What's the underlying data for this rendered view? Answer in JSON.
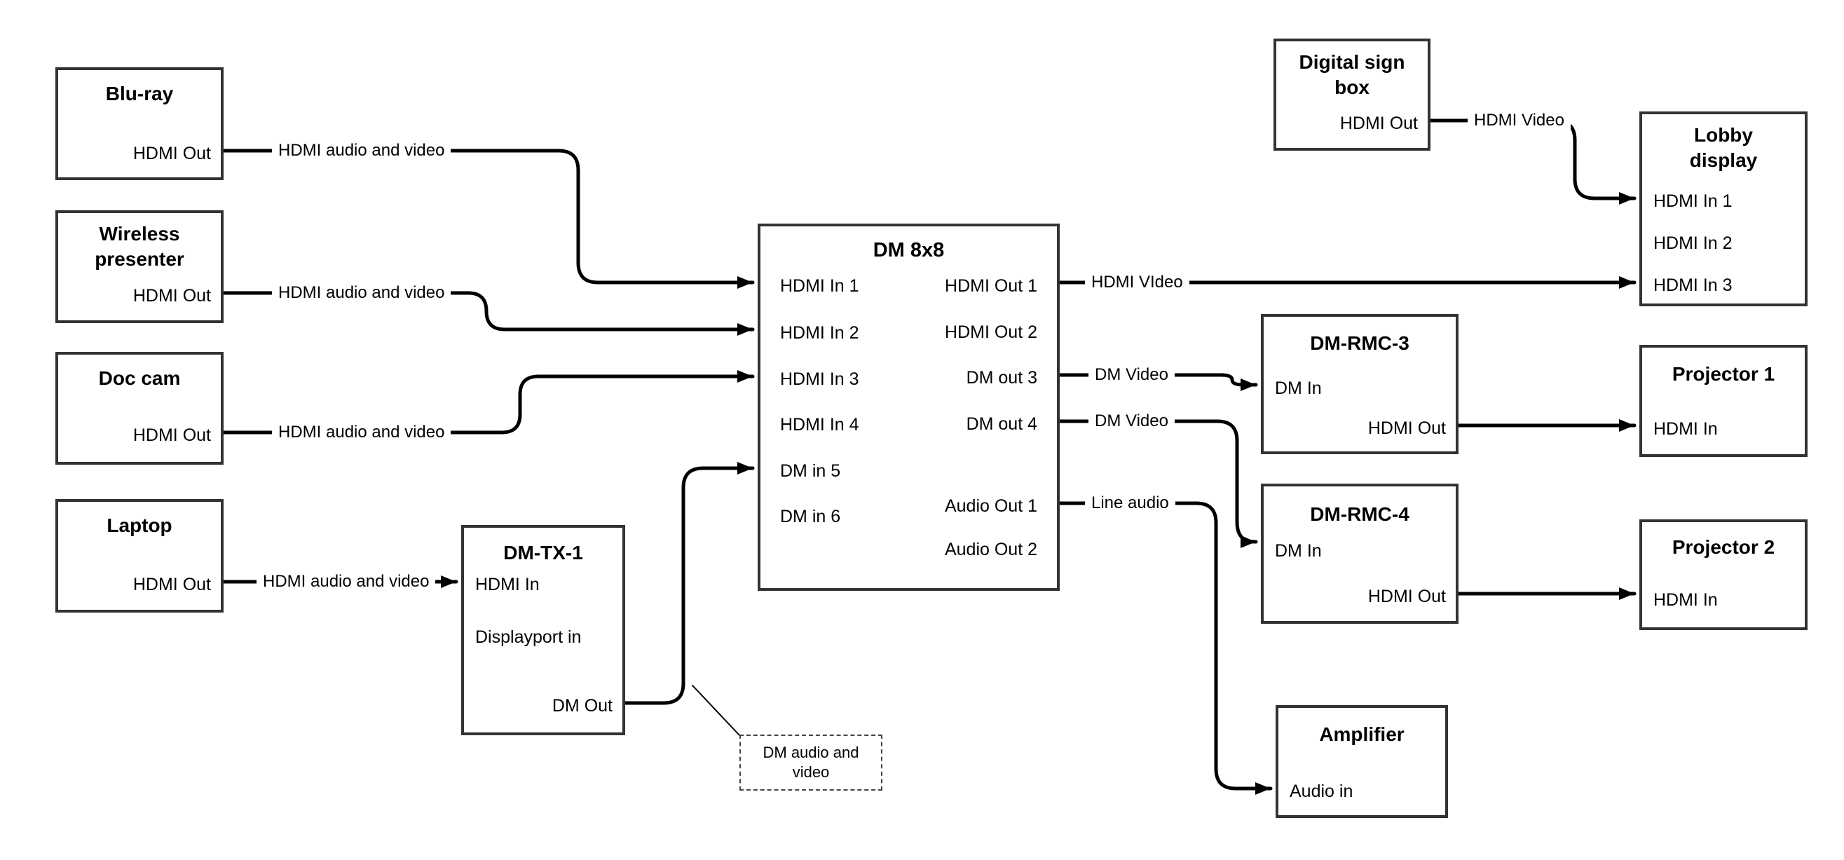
{
  "diagram": {
    "colors": {
      "line": "#000000",
      "box_border": "#333333",
      "background": "#ffffff"
    },
    "nodes": {
      "bluray": {
        "title": "Blu-ray",
        "port_out": "HDMI Out"
      },
      "wireless": {
        "title": "Wireless presenter",
        "port_out": "HDMI Out"
      },
      "doccam": {
        "title": "Doc cam",
        "port_out": "HDMI Out"
      },
      "laptop": {
        "title": "Laptop",
        "port_out": "HDMI Out"
      },
      "dmtx1": {
        "title": "DM-TX-1",
        "port_hdmi_in": "HDMI In",
        "port_dp_in": "Displayport in",
        "port_dm_out": "DM Out"
      },
      "dm8x8": {
        "title": "DM 8x8",
        "in1": "HDMI In 1",
        "in2": "HDMI In 2",
        "in3": "HDMI In 3",
        "in4": "HDMI In 4",
        "in5": "DM in 5",
        "in6": "DM in 6",
        "out1": "HDMI Out 1",
        "out2": "HDMI Out 2",
        "out3": "DM out 3",
        "out4": "DM out 4",
        "aout1": "Audio Out 1",
        "aout2": "Audio Out 2"
      },
      "digitalsign": {
        "title": "Digital sign box",
        "port_out": "HDMI Out"
      },
      "lobby": {
        "title": "Lobby display",
        "in1": "HDMI In 1",
        "in2": "HDMI In 2",
        "in3": "HDMI In 3"
      },
      "dmrmc3": {
        "title": "DM-RMC-3",
        "port_in": "DM In",
        "port_out": "HDMI Out"
      },
      "proj1": {
        "title": "Projector 1",
        "port_in": "HDMI In"
      },
      "dmrmc4": {
        "title": "DM-RMC-4",
        "port_in": "DM In",
        "port_out": "HDMI Out"
      },
      "proj2": {
        "title": "Projector 2",
        "port_in": "HDMI In"
      },
      "amp": {
        "title": "Amplifier",
        "port_in": "Audio in"
      }
    },
    "labels": {
      "bluray_link": "HDMI audio and video",
      "wireless_link": "HDMI audio and video",
      "doccam_link": "HDMI audio and video",
      "laptop_link": "HDMI audio and video",
      "out1_link": "HDMI VIdeo",
      "digital_link": "HDMI Video",
      "dmout3_link": "DM Video",
      "dmout4_link": "DM Video",
      "audio1_link": "Line audio",
      "note": "DM audio and video"
    }
  }
}
